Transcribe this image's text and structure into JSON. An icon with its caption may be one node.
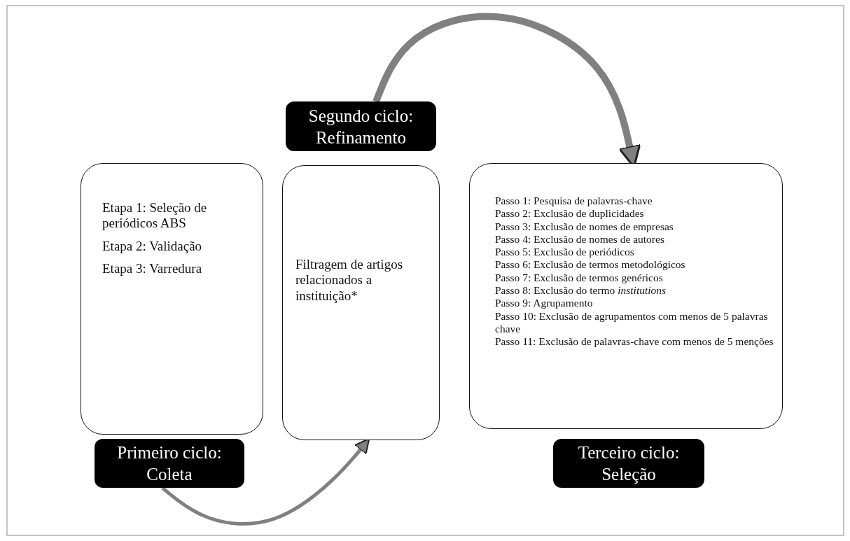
{
  "diagram": {
    "nodes": [
      {
        "text": [
          "Etapa 1: Seleção de periódicos ABS",
          "Etapa 2: Validação",
          "Etapa 3: Varredura"
        ]
      },
      {
        "text": [
          "Primeiro ciclo: Coleta"
        ]
      },
      {
        "text": [
          "Segundo ciclo: Refinamento"
        ]
      },
      {
        "text": [
          "Filtragem de artigos relacionados a instituição*"
        ]
      },
      {
        "text": [
          "Passo 1: Pesquisa de palavras-chave",
          "Passo 2: Exclusão de duplicidades",
          "Passo 3: Exclusão de nomes de empresas",
          "Passo 4: Exclusão de nomes de autores",
          "Passo 5: Exclusão de periódicos",
          "Passo 6: Exclusão de termos metodológicos",
          "Passo 7: Exclusão de termos genéricos",
          "Passo 8: Exclusão do termo *institutions*",
          "Passo 9: Agrupamento",
          "Passo 10: Exclusão de agrupamentos  com menos de 5 palavras chave",
          "Passo 11: Exclusão de palavras-chave com menos de 5 menções"
        ]
      },
      {
        "text": [
          "Terceiro ciclo: Seleção"
        ]
      }
    ],
    "edges": [
      {
        "from": 1,
        "to": 3,
        "arrow": "to"
      },
      {
        "from": 2,
        "to": 4,
        "arrow": "to",
        "style": "thick"
      }
    ]
  }
}
